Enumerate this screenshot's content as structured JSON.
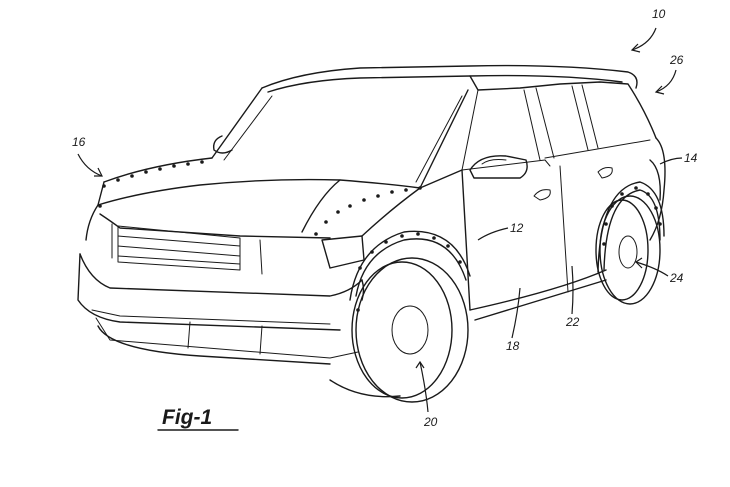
{
  "figure": {
    "caption": "Fig-1"
  },
  "reference_numerals": {
    "vehicle": "10",
    "panel": "12",
    "rear_wheel_flare": "14",
    "front_hood_edge": "16",
    "rocker": "18",
    "front_wheel": "20",
    "door_bottom": "22",
    "rear_wheel": "24",
    "roof_rear": "26"
  }
}
